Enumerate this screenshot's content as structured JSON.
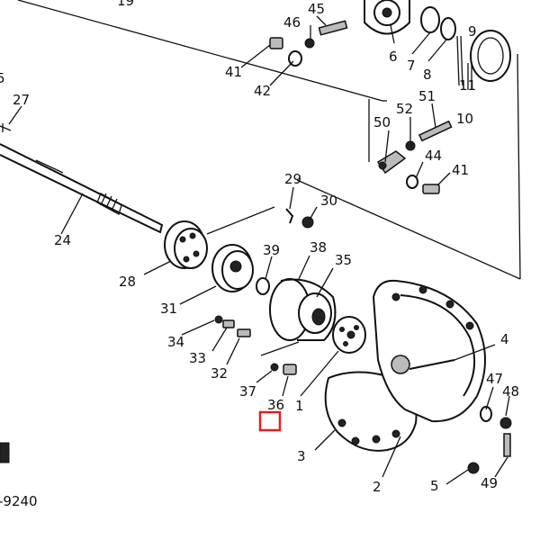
{
  "diagram": {
    "ref_code": "-9240",
    "top_partial_label": "19",
    "left_partial_label": "5",
    "highlight_color": "#e0201c",
    "labels": {
      "p1": "1",
      "p2": "2",
      "p3": "3",
      "p4": "4",
      "p5": "5",
      "p6": "6",
      "p7": "7",
      "p8": "8",
      "p9": "9",
      "p10": "10",
      "p11": "11",
      "p24": "24",
      "p27": "27",
      "p28": "28",
      "p29": "29",
      "p30": "30",
      "p31": "31",
      "p32": "32",
      "p33": "33",
      "p34": "34",
      "p35": "35",
      "p36": "36",
      "p37": "37",
      "p38": "38",
      "p39": "39",
      "p41a": "41",
      "p41b": "41",
      "p42": "42",
      "p44": "44",
      "p45": "45",
      "p46": "46",
      "p47": "47",
      "p48": "48",
      "p49": "49",
      "p50": "50",
      "p51": "51",
      "p52": "52"
    }
  }
}
